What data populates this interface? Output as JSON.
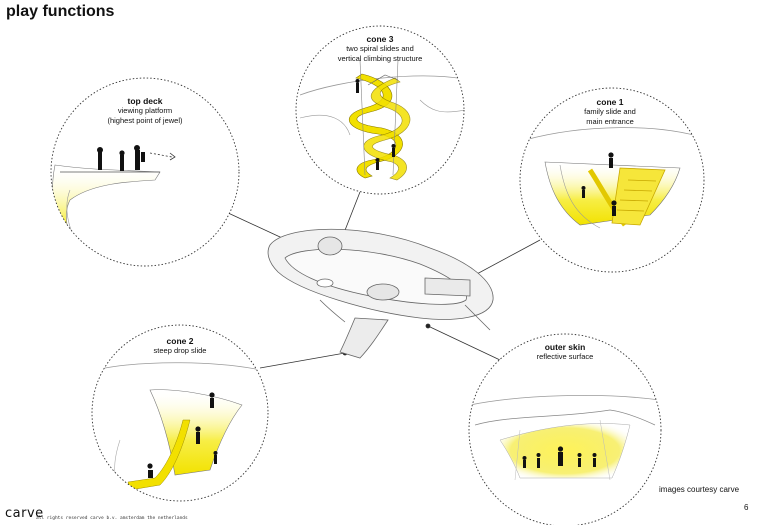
{
  "title": "play functions",
  "callouts": {
    "top_deck": {
      "title": "top deck",
      "desc": "viewing platform\n(highest point of jewel)"
    },
    "cone3": {
      "title": "cone 3",
      "desc": "two spiral slides and\nvertical climbing structure"
    },
    "cone1": {
      "title": "cone 1",
      "desc": "family slide and\nmain entrance"
    },
    "cone2": {
      "title": "cone 2",
      "desc": "steep drop slide"
    },
    "outer_skin": {
      "title": "outer skin",
      "desc": "reflective surface"
    }
  },
  "credit": "images courtesy carve",
  "page_number": "6",
  "logo": "carve",
  "rights": "all rights reserved carve b.v. amsterdam the netherlands",
  "colors": {
    "accent": "#f2e600",
    "line": "#555555",
    "dotted": "#333333"
  }
}
